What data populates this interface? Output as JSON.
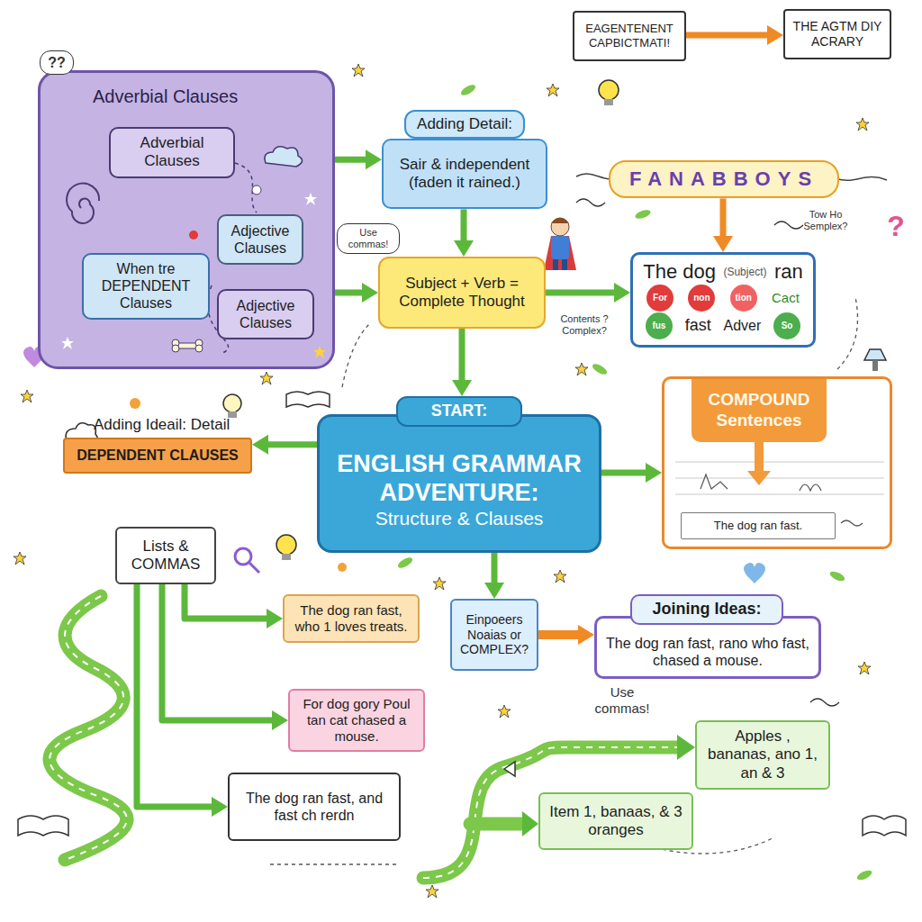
{
  "diagram": {
    "nodes": [
      {
        "text": [
          "Adverbial Clauses"
        ]
      },
      {
        "text": [
          "Adverbial Clauses"
        ],
        "in": 0
      },
      {
        "text": [
          "Adjective Clauses"
        ],
        "in": 0
      },
      {
        "text": [
          "When tre DEPENDENT Clauses"
        ],
        "in": 0
      },
      {
        "text": [
          "Adjective Clauses"
        ],
        "in": 0
      },
      {
        "text": [
          "Adding Detail:",
          "Sair & independent (faden it rained.)"
        ]
      },
      {
        "text": [
          "EAGENTENENT CAPBICTMATI!"
        ]
      },
      {
        "text": [
          "THE AGTM DIY ACRARY"
        ]
      },
      {
        "text": [
          "FANABBOYS"
        ]
      },
      {
        "text": [
          "Subject + Verb = Complete Thought"
        ]
      },
      {
        "text": [
          "The dog",
          "(Subject)",
          "ran",
          "For",
          "non",
          "tion",
          "Cact",
          "fus",
          "fast",
          "Adver",
          "So"
        ]
      },
      {
        "text": [
          "Adding Ideail: Detail",
          "DEPENDENT CLAUSES"
        ]
      },
      {
        "text": [
          "START:",
          "ENGLISH GRAMMAR ADVENTURE:",
          "Structure & Clauses"
        ]
      },
      {
        "text": [
          "COMPOUND Sentences"
        ]
      },
      {
        "text": [
          "The dog ran fast."
        ],
        "in": 13
      },
      {
        "text": [
          "Lists & COMMAS"
        ]
      },
      {
        "text": [
          "The dog ran fast, who 1 loves treats."
        ]
      },
      {
        "text": [
          "Einpoeers Noaias or COMPLEX?"
        ]
      },
      {
        "text": [
          "Joining Ideas:",
          "The dog ran fast, rano who fast, chased a mouse."
        ]
      },
      {
        "text": [
          "For dog gory Poul tan cat chased a mouse."
        ]
      },
      {
        "text": [
          "Apples , bananas, ano 1, an & 3"
        ]
      },
      {
        "text": [
          "The dog ran fast, and fast ch rerdn"
        ]
      },
      {
        "text": [
          "Item 1, banaas, & 3 oranges"
        ]
      }
    ],
    "edges": [
      {
        "from": 0,
        "to": 5,
        "arrow": "to"
      },
      {
        "from": 0,
        "to": 9,
        "arrow": "to"
      },
      {
        "from": 5,
        "to": 9,
        "arrow": "to"
      },
      {
        "from": 9,
        "to": 10,
        "arrow": "to"
      },
      {
        "from": 9,
        "to": 12,
        "arrow": "to"
      },
      {
        "from": 6,
        "to": 7,
        "arrow": "to"
      },
      {
        "from": 8,
        "to": 10,
        "arrow": "to"
      },
      {
        "from": 12,
        "to": 11,
        "arrow": "to"
      },
      {
        "from": 12,
        "to": 13,
        "arrow": "to"
      },
      {
        "from": 12,
        "to": 17,
        "arrow": "to"
      },
      {
        "from": 17,
        "to": 18,
        "arrow": "to"
      },
      {
        "from": 15,
        "to": 16,
        "arrow": "to"
      },
      {
        "from": 15,
        "to": 19,
        "arrow": "to"
      },
      {
        "from": 15,
        "to": 21,
        "arrow": "to"
      }
    ],
    "labels": [
      "??",
      "Use commas!",
      "Contents ? Complex?",
      "Tow Ho Semplex?",
      "?",
      "Use commas!"
    ]
  }
}
